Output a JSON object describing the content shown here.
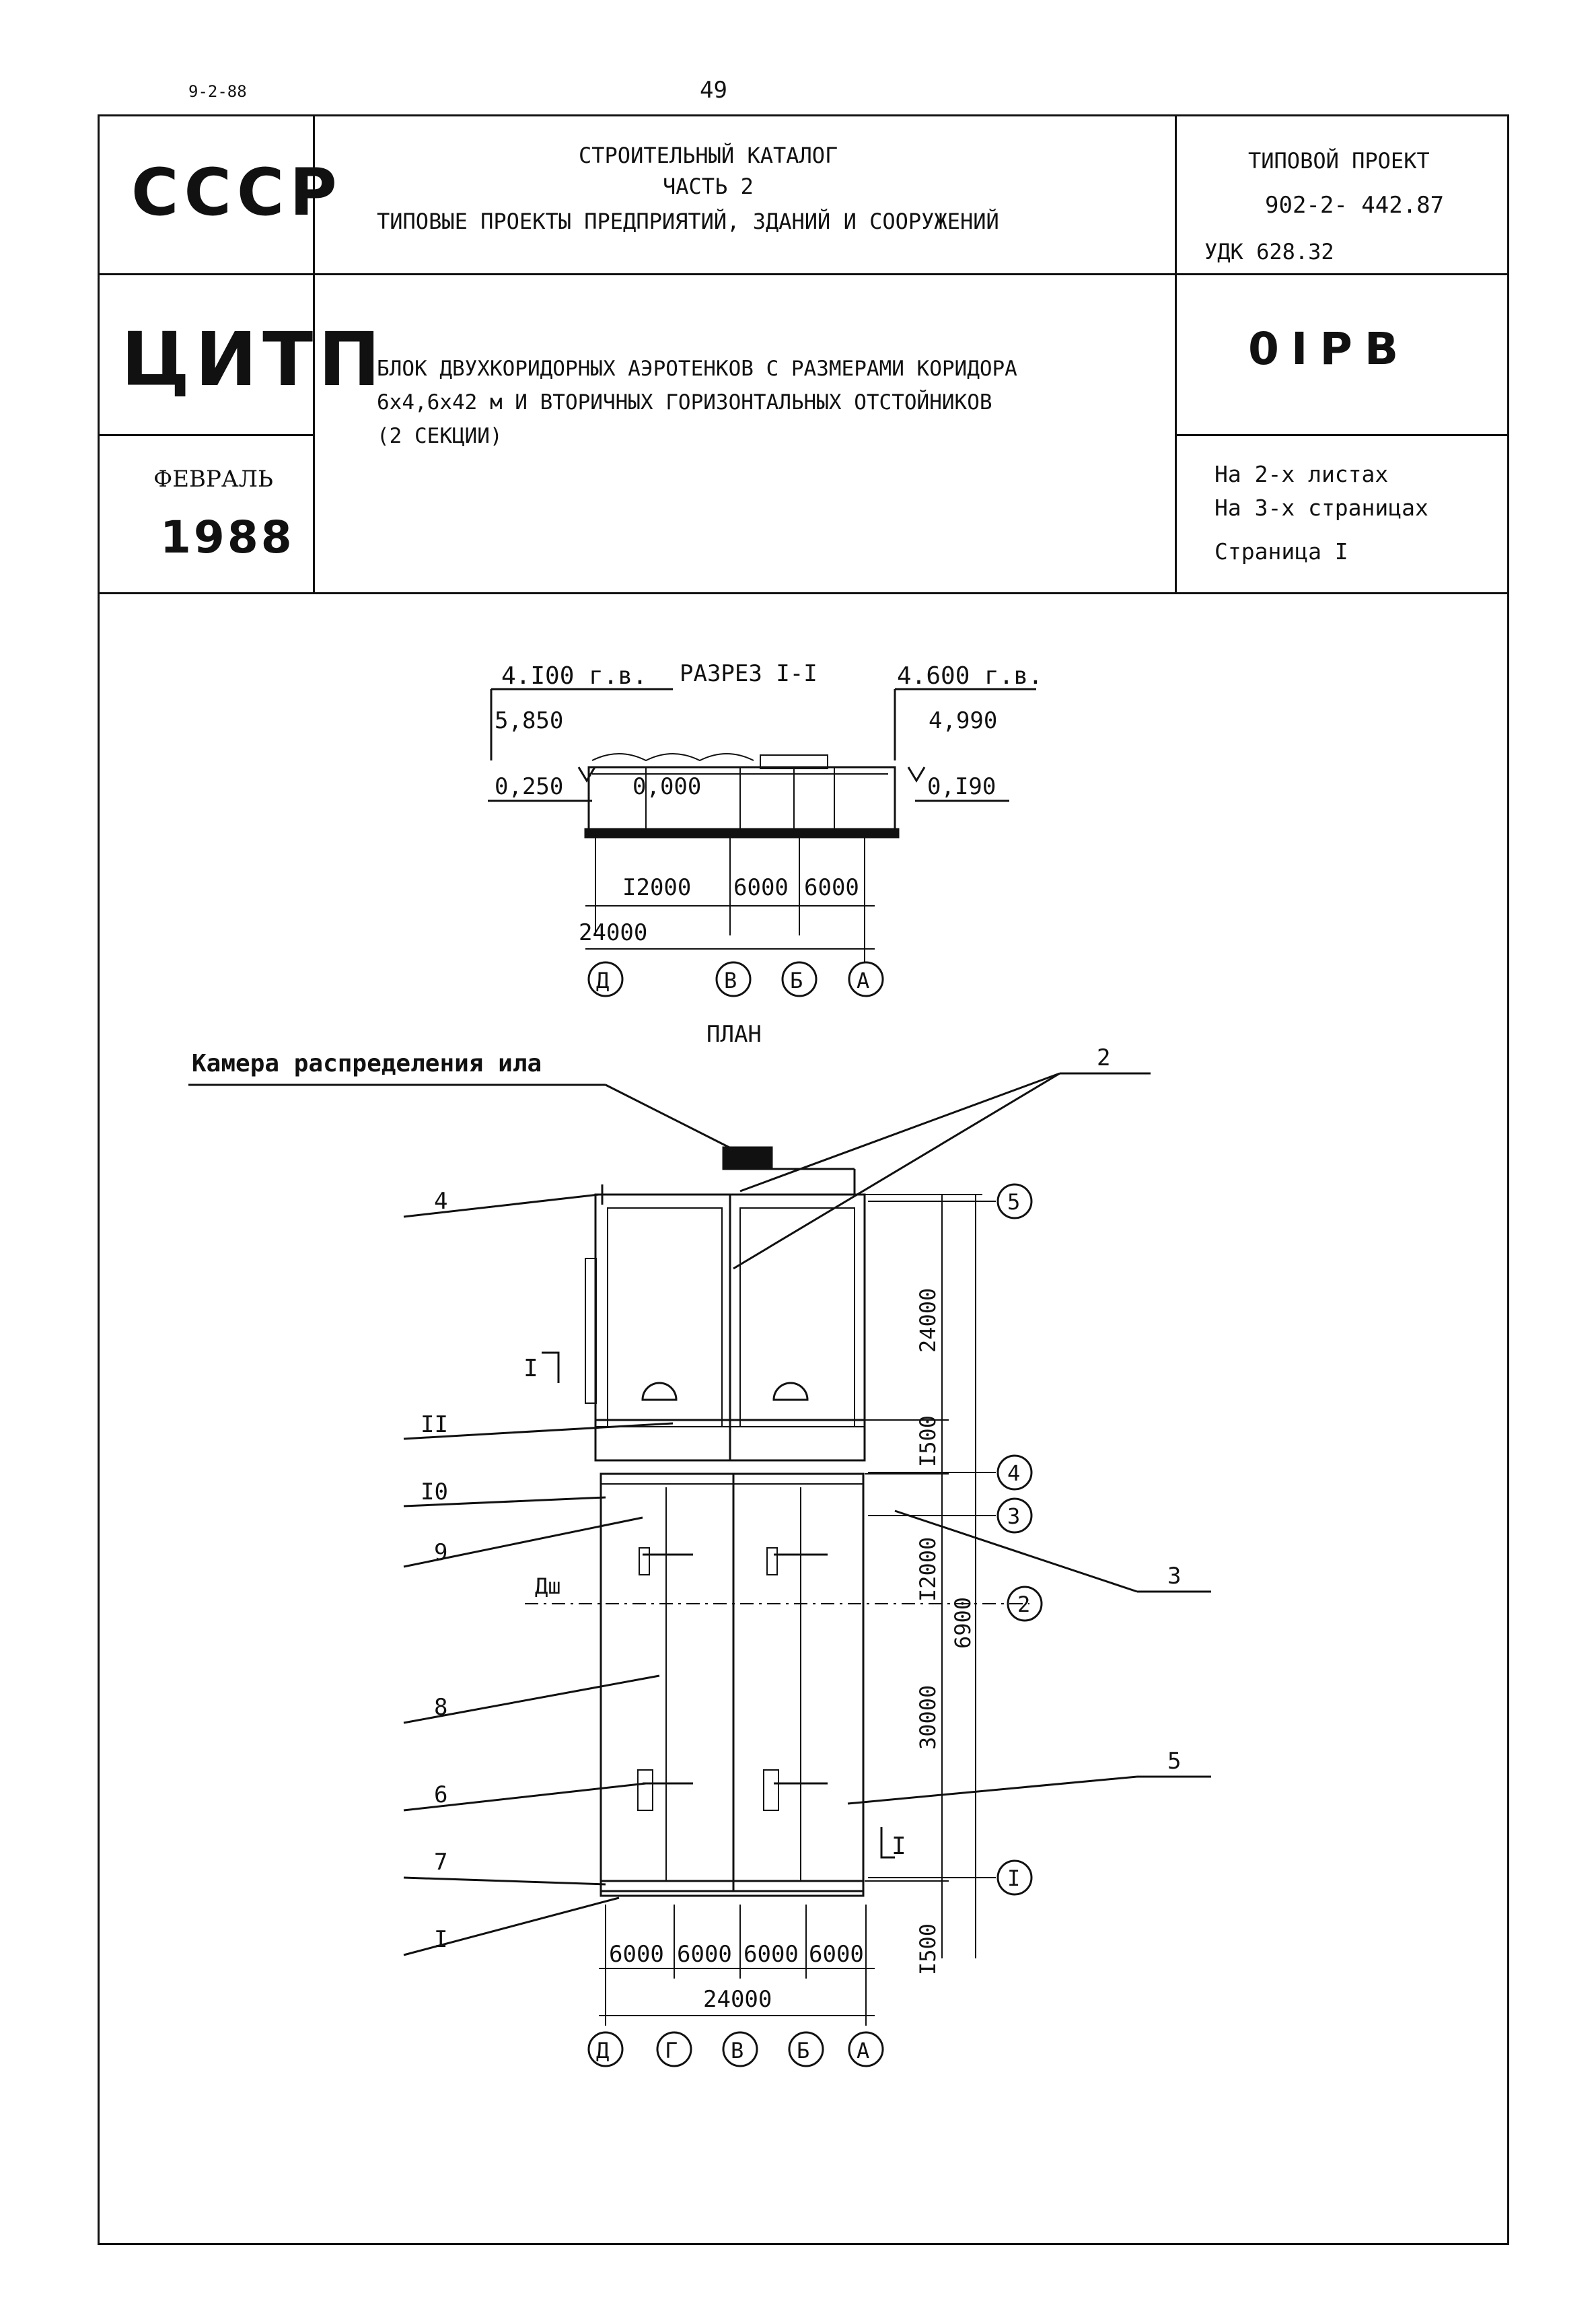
{
  "top": {
    "date_stamp": "9-2-88",
    "page_number": "49"
  },
  "title_block": {
    "country": "СССР",
    "org": "ЦИТП",
    "month": "ФЕВРАЛЬ",
    "year": "1988",
    "catalog_line1": "СТРОИТЕЛЬНЫЙ КАТАЛОГ",
    "catalog_line2": "ЧАСТЬ 2",
    "catalog_line3": "ТИПОВЫЕ ПРОЕКТЫ ПРЕДПРИЯТИЙ, ЗДАНИЙ И СООРУЖЕНИЙ",
    "project_label": "ТИПОВОЙ ПРОЕКТ",
    "project_number": "902-2- 442.87",
    "udk": "УДК 628.32",
    "code": "0IРВ",
    "desc_line1": "БЛОК ДВУХКОРИДОРНЫХ АЭРОТЕНКОВ С РАЗМЕРАМИ КОРИДОРА",
    "desc_line2": "6х4,6х42 м И ВТОРИЧНЫХ ГОРИЗОНТАЛЬНЫХ ОТСТОЙНИКОВ",
    "desc_line3": "(2 СЕКЦИИ)",
    "sheets": "На 2-х листах",
    "pages": "На 3-х страницах",
    "page": "Страница I"
  },
  "section": {
    "title": "РАЗРЕЗ I-I",
    "left_level": "4.I00 г.в.",
    "right_level": "4.600 г.в.",
    "mark_5850": "5,850",
    "mark_0250": "0,250",
    "mark_0000": "0,000",
    "mark_4990": "4,990",
    "mark_0190": "0,I90",
    "dims": [
      "I2000",
      "6000",
      "6000"
    ],
    "total": "24000",
    "axes": [
      "Д",
      "В",
      "Б",
      "А"
    ]
  },
  "plan": {
    "title": "ПЛАН",
    "chamber_label": "Камера распределения ила",
    "callouts": [
      "2",
      "4",
      "II",
      "I0",
      "9",
      "3",
      "Дш",
      "8",
      "6",
      "5",
      "7",
      "I"
    ],
    "section_mark_top": "I",
    "section_mark_bottom": "I",
    "vertical_dims": [
      "24000",
      "I500",
      "I2000",
      "6900",
      "30000",
      "I500"
    ],
    "row_axes": [
      "5",
      "4",
      "3",
      "2",
      "I"
    ],
    "bottom_dims": [
      "6000",
      "6000",
      "6000",
      "6000"
    ],
    "bottom_total": "24000",
    "col_axes": [
      "Д",
      "Г",
      "В",
      "Б",
      "А"
    ]
  }
}
